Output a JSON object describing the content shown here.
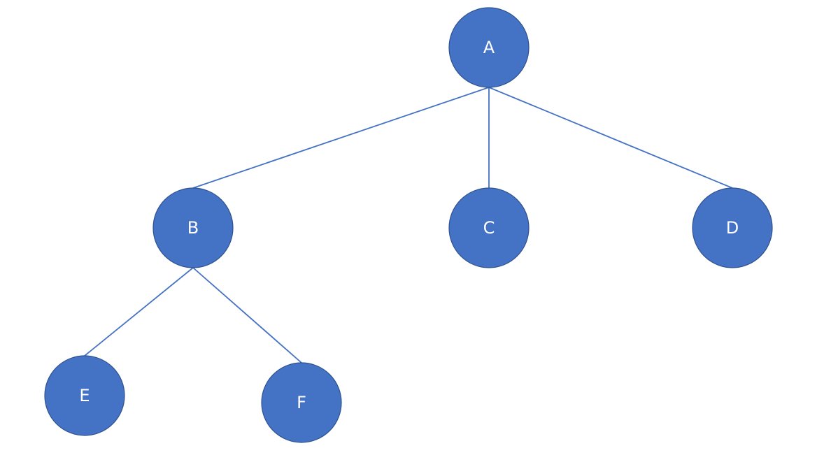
{
  "diagram": {
    "type": "tree",
    "node_color": "#4472C4",
    "edge_color": "#4472C4",
    "nodes": [
      {
        "id": "A",
        "label": "A"
      },
      {
        "id": "B",
        "label": "B"
      },
      {
        "id": "C",
        "label": "C"
      },
      {
        "id": "D",
        "label": "D"
      },
      {
        "id": "E",
        "label": "E"
      },
      {
        "id": "F",
        "label": "F"
      }
    ],
    "edges": [
      {
        "from": "A",
        "to": "B"
      },
      {
        "from": "A",
        "to": "C"
      },
      {
        "from": "A",
        "to": "D"
      },
      {
        "from": "B",
        "to": "E"
      },
      {
        "from": "B",
        "to": "F"
      }
    ]
  }
}
